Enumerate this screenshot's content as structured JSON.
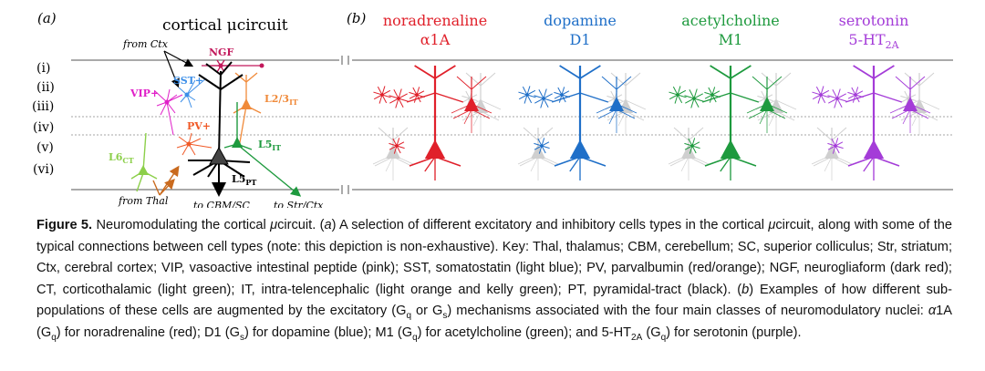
{
  "panel_a": {
    "label": "(a)",
    "title": "cortical μcircuit",
    "layers": [
      "(i)",
      "(ii)",
      "(iii)",
      "(iv)",
      "(v)",
      "(vi)"
    ],
    "cells": {
      "ngf": "NGF",
      "sst": "SST+",
      "vip": "VIP+",
      "l23": "L2/3",
      "l23_sub": "IT",
      "pv": "PV+",
      "l5it": "L5",
      "l5it_sub": "IT",
      "l6": "L6",
      "l6_sub": "CT",
      "l5pt": "L5",
      "l5pt_sub": "PT"
    },
    "inputs": {
      "from_ctx": "from Ctx",
      "from_thal": "from Thal",
      "to_cbm": "to CBM/SC",
      "to_str": "to Str/Ctx"
    }
  },
  "panel_b": {
    "label": "(b)",
    "groups": [
      {
        "name": "noradrenaline",
        "receptor": "α1A",
        "color": "#e0202a"
      },
      {
        "name": "dopamine",
        "receptor": "D1",
        "color": "#1f6fc8"
      },
      {
        "name": "acetylcholine",
        "receptor": "M1",
        "color": "#1e9a3e"
      },
      {
        "name": "serotonin",
        "receptor": "5-HT",
        "receptor_sub": "2A",
        "color": "#a43cd8"
      }
    ]
  },
  "colors": {
    "ngf": "#c2185b",
    "sst": "#3d8fe8",
    "vip": "#e020c8",
    "l23": "#f08a3a",
    "pv": "#f05a28",
    "l5it": "#1e9a3e",
    "l6": "#8ccf4a",
    "thal": "#c96a1e",
    "grey": "#cfcfcf"
  },
  "caption": {
    "label": "Figure 5.",
    "s1": " Neuromodulating the cortical ",
    "mu1": "μ",
    "s2": "circuit. (",
    "a": "a",
    "s3": ") A selection of different excitatory and inhibitory cells types in the cortical ",
    "mu2": "μ",
    "s4": "circuit, along with some of the typical connections between cell types (note: this depiction is non-exhaustive). Key: Thal, thalamus; CBM, cerebellum; SC, superior colliculus; Str, striatum; Ctx, cerebral cortex; VIP, vasoactive intestinal peptide (pink); SST, somatostatin (light blue); PV, parvalbumin (red/orange); NGF, neurogliaform (dark red); CT, corticothalamic (light green); IT, intra-telencephalic (light orange and kelly green); PT, pyramidal-tract (black). (",
    "b": "b",
    "s5": ") Examples of how different sub-populations of these cells are augmented by the excitatory (G",
    "q1": "q",
    "s6": " or G",
    "s_sub": "s",
    "s7": ") mechanisms associated with the four main classes of neuromodulatory nuclei: ",
    "alpha": "α",
    "s8": "1A (G",
    "q2": "q",
    "s9": ") for noradrenaline (red); D1 (G",
    "s_sub2": "s",
    "s10": ") for dopamine (blue); M1 (G",
    "q3": "q",
    "s11": ") for acetylcholine (green); and 5-HT",
    "ht_sub": "2A",
    "s12": " (G",
    "q4": "q",
    "s13": ") for serotonin (purple)."
  }
}
